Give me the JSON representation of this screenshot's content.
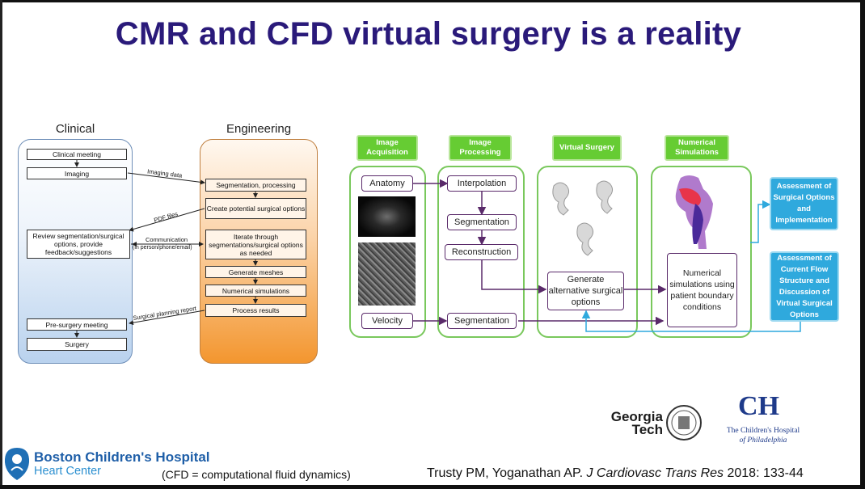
{
  "title": "CMR and CFD virtual surgery is a reality",
  "left_diagram": {
    "clinical_header": "Clinical",
    "engineering_header": "Engineering",
    "clinical_steps": [
      "Clinical meeting",
      "Imaging",
      "Review segmentation/surgical options, provide feedback/suggestions",
      "Pre-surgery meeting",
      "Surgery"
    ],
    "engineering_steps": [
      "Segmentation, processing",
      "Create potential surgical options",
      "Iterate through segmentations/surgical options as needed",
      "Generate meshes",
      "Numerical simulations",
      "Process results"
    ],
    "connector_labels": [
      "Imaging data",
      "PDF files",
      "Communication",
      "(in person/phone/email)",
      "Surgical planning report"
    ]
  },
  "right_diagram": {
    "stages": [
      "Image Acquisition",
      "Image Processing",
      "Virtual Surgery",
      "Numerical Simulations"
    ],
    "acquisition": {
      "anatomy": "Anatomy",
      "velocity": "Velocity"
    },
    "processing": {
      "interpolation": "Interpolation",
      "segmentation": "Segmentation",
      "reconstruction": "Reconstruction",
      "velocity_segmentation": "Segmentation"
    },
    "virtual_surgery": "Generate alternative surgical options",
    "numerical": "Numerical simulations using patient boundary conditions",
    "outputs": [
      "Assessment of Surgical Options and Implementation",
      "Assessment of Current Flow Structure and Discussion of Virtual Surgical Options"
    ]
  },
  "logos": {
    "georgia_tech": "Georgia Tech",
    "chop_monogram": "CH",
    "chop_name": "The Children's Hospital",
    "chop_city": "of Philadelphia",
    "boston_name": "Boston Children's Hospital",
    "boston_sub": "Heart Center"
  },
  "footnote": "(CFD = computational fluid dynamics)",
  "citation": {
    "authors": "Trusty PM, Yoganathan AP.",
    "journal": "J Cardiovasc Trans Res",
    "details": "2018: 133-44"
  },
  "colors": {
    "title": "#2a1a7a",
    "stage_header": "#66cc33",
    "output_box": "#2fa9dd",
    "clinical": "#b9d2ee",
    "engineering": "#f3962f"
  }
}
